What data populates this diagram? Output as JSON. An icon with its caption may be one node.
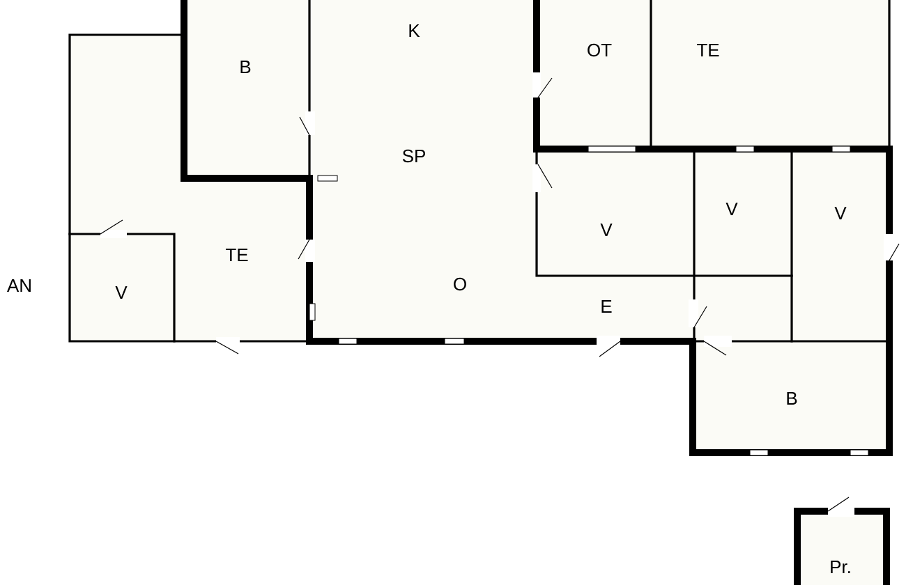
{
  "diagram": {
    "labels": [
      "K",
      "OT",
      "TE",
      "B",
      "SP",
      "V",
      "V",
      "V",
      "TE",
      "AN",
      "O",
      "V",
      "E",
      "B",
      "Pr."
    ]
  }
}
